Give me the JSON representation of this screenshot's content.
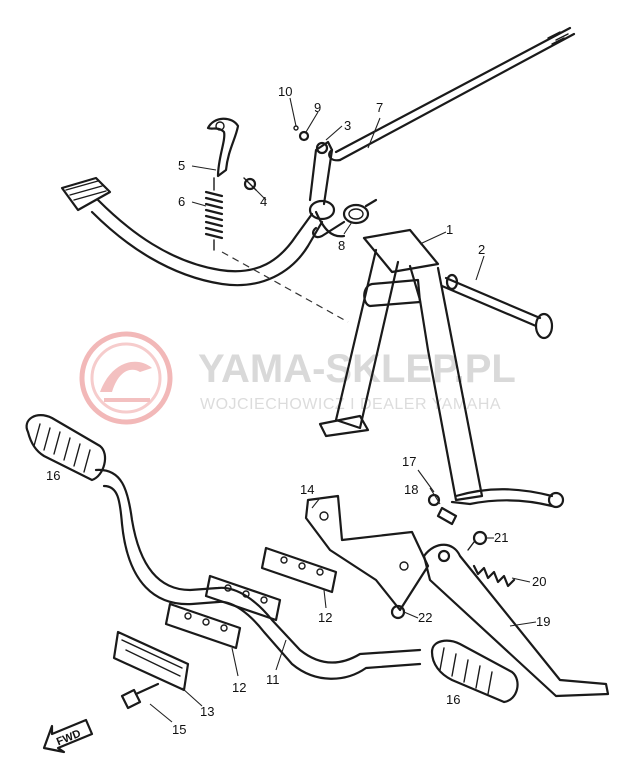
{
  "watermark": {
    "brand": "YAMA-SKLEP.PL",
    "sub": "WOJCIECHOWICZ I DEALER YAMAHA",
    "logo_color": "#f2b8b8",
    "text_color": "#d9d9d9"
  },
  "direction_marker": {
    "label": "FWD",
    "icon": "arrow-icon"
  },
  "callouts": [
    {
      "id": "1",
      "label": "1"
    },
    {
      "id": "2",
      "label": "2"
    },
    {
      "id": "3",
      "label": "3"
    },
    {
      "id": "4",
      "label": "4"
    },
    {
      "id": "5",
      "label": "5"
    },
    {
      "id": "6",
      "label": "6"
    },
    {
      "id": "7",
      "label": "7"
    },
    {
      "id": "8",
      "label": "8"
    },
    {
      "id": "9",
      "label": "9"
    },
    {
      "id": "10",
      "label": "10"
    },
    {
      "id": "11",
      "label": "11"
    },
    {
      "id": "12a",
      "label": "12"
    },
    {
      "id": "12b",
      "label": "12"
    },
    {
      "id": "13",
      "label": "13"
    },
    {
      "id": "14",
      "label": "14"
    },
    {
      "id": "15",
      "label": "15"
    },
    {
      "id": "16a",
      "label": "16"
    },
    {
      "id": "16b",
      "label": "16"
    },
    {
      "id": "17",
      "label": "17"
    },
    {
      "id": "18",
      "label": "18"
    },
    {
      "id": "19",
      "label": "19"
    },
    {
      "id": "20",
      "label": "20"
    },
    {
      "id": "21",
      "label": "21"
    },
    {
      "id": "22",
      "label": "22"
    }
  ]
}
